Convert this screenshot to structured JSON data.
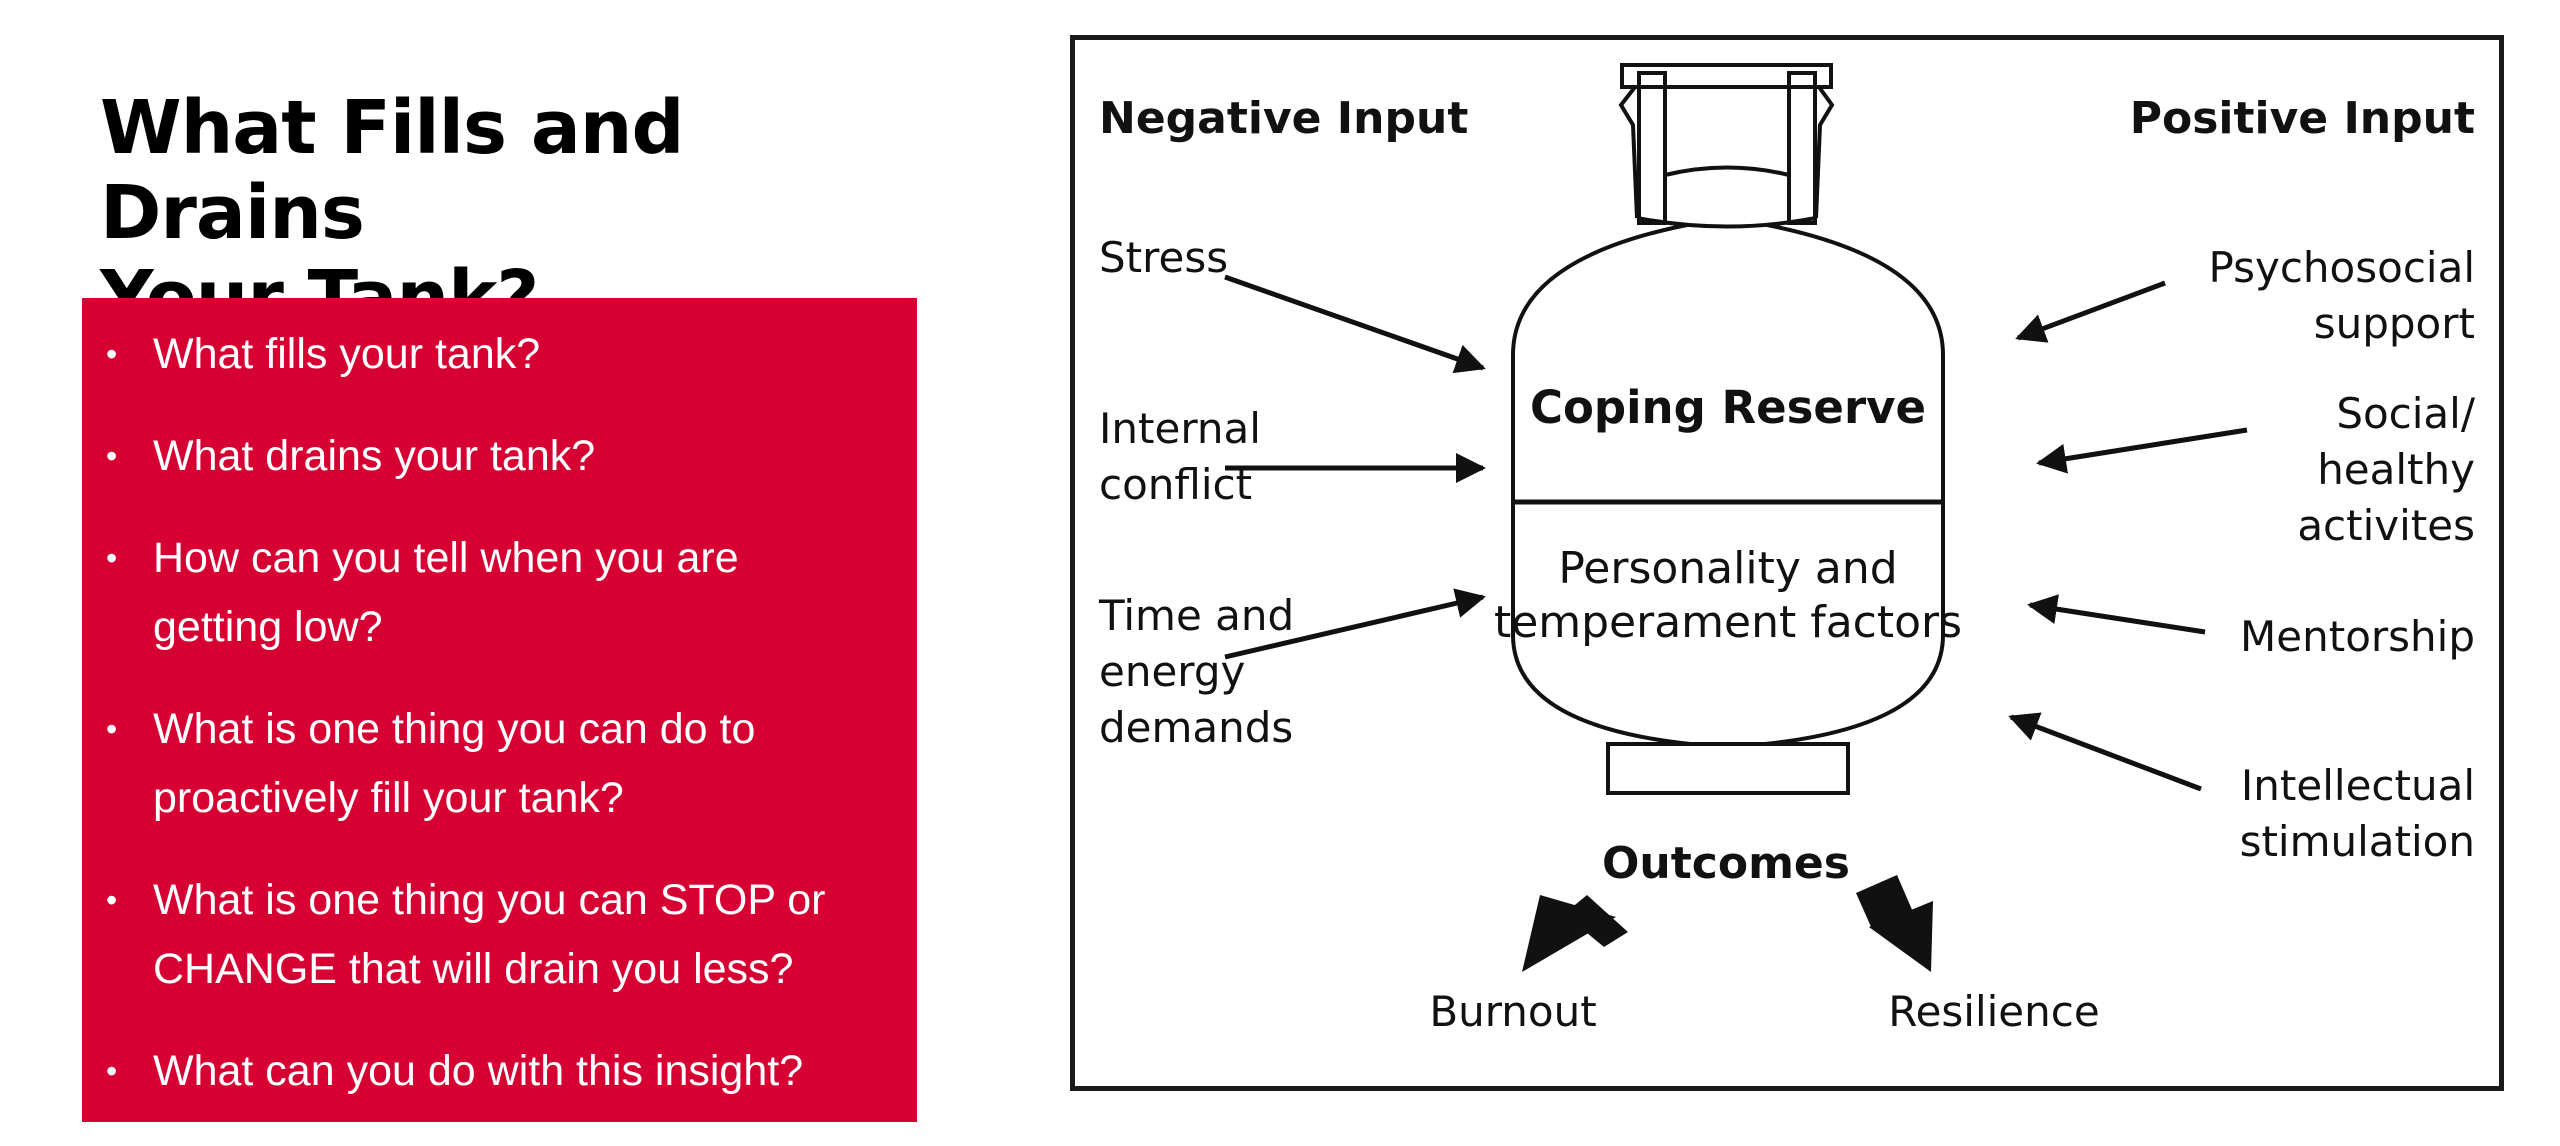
{
  "slide": {
    "title_line1": "What Fills and Drains",
    "title_line2": "Your Tank?",
    "accent_color": "#D70032",
    "bullet_glyph": "•",
    "bullets": [
      {
        "lines": [
          "What fills your tank?"
        ]
      },
      {
        "lines": [
          "What drains your tank?"
        ]
      },
      {
        "lines": [
          "How can you tell when you are",
          "getting low?"
        ]
      },
      {
        "lines": [
          "What is one thing you can do to",
          "proactively fill your tank?"
        ]
      },
      {
        "lines": [
          "What is one thing you can STOP or",
          "CHANGE that will drain you less?"
        ]
      },
      {
        "lines": [
          "What can you do with this insight?"
        ]
      }
    ]
  },
  "diagram": {
    "negative_heading": "Negative Input",
    "positive_heading": "Positive Input",
    "negative_inputs": [
      {
        "lines": [
          "Stress"
        ]
      },
      {
        "lines": [
          "Internal",
          "conflict"
        ]
      },
      {
        "lines": [
          "Time and",
          "energy",
          "demands"
        ]
      }
    ],
    "positive_inputs": [
      {
        "lines": [
          "Psychosocial",
          "support"
        ]
      },
      {
        "lines": [
          "Social/",
          "healthy",
          "activites"
        ]
      },
      {
        "lines": [
          "Mentorship"
        ]
      },
      {
        "lines": [
          "Intellectual",
          "stimulation"
        ]
      }
    ],
    "tank_upper": "Coping Reserve",
    "tank_lower": [
      "Personality and",
      "temperament factors"
    ],
    "outcomes_heading": "Outcomes",
    "outcomes": [
      "Burnout",
      "Resilience"
    ]
  }
}
